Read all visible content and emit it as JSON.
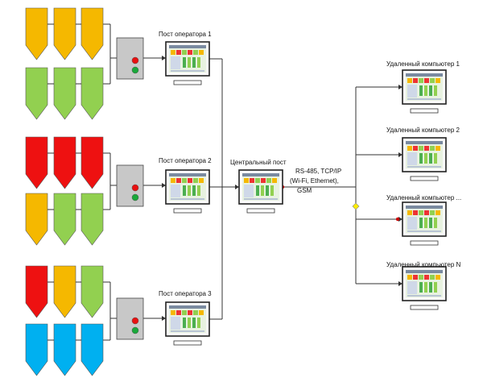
{
  "colors": {
    "yellow": "#f5b800",
    "green": "#92d050",
    "red": "#ee1111",
    "blue": "#00b0f0",
    "controller": "#c8c8c8",
    "line": "#333333",
    "junction": "#ffee00",
    "connector": "#cc0000"
  },
  "groups": [
    {
      "id": "g1",
      "top_row": [
        "yellow",
        "yellow",
        "yellow"
      ],
      "bottom_row": [
        "green",
        "green",
        "green"
      ]
    },
    {
      "id": "g2",
      "top_row": [
        "red",
        "red",
        "red"
      ],
      "bottom_row": [
        "yellow",
        "green",
        "green"
      ]
    },
    {
      "id": "g3",
      "top_row": [
        "red",
        "yellow",
        "green"
      ],
      "bottom_row": [
        "blue",
        "blue",
        "blue"
      ]
    }
  ],
  "operators": [
    {
      "label": "Пост оператора 1"
    },
    {
      "label": "Пост оператора 2"
    },
    {
      "label": "Пост оператора 3"
    }
  ],
  "central": {
    "label": "Центральный пост"
  },
  "link": {
    "lines": [
      "RS-485, TCP/IP",
      "(Wi-Fi, Ethernet),",
      "GSM"
    ]
  },
  "remotes": [
    {
      "label": "Удаленный компьютер 1"
    },
    {
      "label": "Удаленный компьютер 2"
    },
    {
      "label": "Удаленный компьютер ..."
    },
    {
      "label": "Удаленный компьютер N"
    }
  ]
}
